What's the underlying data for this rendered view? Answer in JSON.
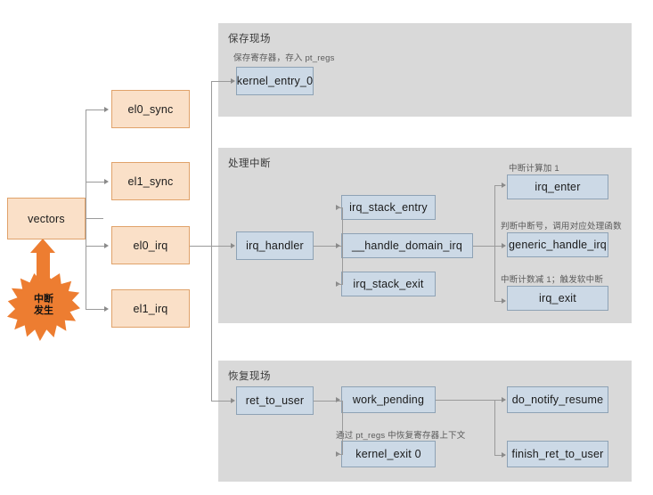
{
  "diagram": {
    "title_groups": [
      {
        "id": "save-context",
        "label": "保存现场"
      },
      {
        "id": "handle-interrupt",
        "label": "处理中断"
      },
      {
        "id": "restore-context",
        "label": "恢复现场"
      }
    ],
    "trigger": {
      "burst_line1": "中断",
      "burst_line2": "发生",
      "color": "#ED7D31"
    },
    "entry": {
      "label": "vectors"
    },
    "vector_entries": [
      {
        "id": "el0-sync",
        "label": "el0_sync"
      },
      {
        "id": "el1-sync",
        "label": "el1_sync"
      },
      {
        "id": "el0-irq",
        "label": "el0_irq"
      },
      {
        "id": "el1-irq",
        "label": "el1_irq"
      }
    ],
    "save_context": {
      "caption": "保存寄存器，存入 pt_regs",
      "node": {
        "id": "kernel-entry-0",
        "label": "kernel_entry_0"
      }
    },
    "handle_interrupt": {
      "root": {
        "id": "irq-handler",
        "label": "irq_handler"
      },
      "middle": [
        {
          "id": "irq-stack-entry",
          "label": "irq_stack_entry"
        },
        {
          "id": "handle-domain-irq",
          "label": "__handle_domain_irq"
        },
        {
          "id": "irq-stack-exit",
          "label": "irq_stack_exit"
        }
      ],
      "right": [
        {
          "id": "irq-enter",
          "label": "irq_enter",
          "caption": "中断计算加 1"
        },
        {
          "id": "generic-handle-irq",
          "label": "generic_handle_irq",
          "caption": "判断中断号，调用对应处理函数"
        },
        {
          "id": "irq-exit",
          "label": "irq_exit",
          "caption": "中断计数减 1；触发软中断"
        }
      ]
    },
    "restore_context": {
      "root": {
        "id": "ret-to-user",
        "label": "ret_to_user"
      },
      "middle": [
        {
          "id": "work-pending",
          "label": "work_pending",
          "caption": ""
        },
        {
          "id": "kernel-exit-0",
          "label": "kernel_exit 0",
          "caption": "通过 pt_regs 中恢复寄存器上下文"
        }
      ],
      "right": [
        {
          "id": "do-notify-resume",
          "label": "do_notify_resume"
        },
        {
          "id": "finish-ret-to-user",
          "label": "finish_ret_to_user"
        }
      ]
    },
    "colors": {
      "panel_bg": "#d9d9d9",
      "node_blue_bg": "#ccd9e6",
      "node_blue_border": "#8ea2b5",
      "node_orange_bg": "#fae0c8",
      "node_orange_border": "#e0a26a",
      "connector": "#9a9a9a",
      "accent_orange": "#ED7D31"
    }
  }
}
